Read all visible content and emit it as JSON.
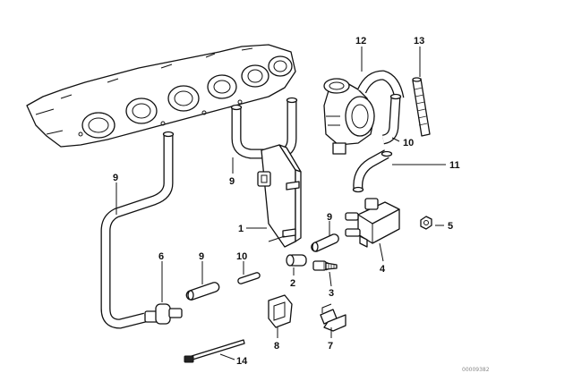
{
  "callouts": {
    "c1": "1",
    "c2": "2",
    "c3": "3",
    "c4": "4",
    "c5": "5",
    "c6": "6",
    "c7": "7",
    "c8": "8",
    "c9a": "9",
    "c9b": "9",
    "c9c": "9",
    "c9d": "9",
    "c10a": "10",
    "c10b": "10",
    "c11": "11",
    "c12": "12",
    "c13": "13",
    "c14": "14"
  },
  "reference_number": "00009382"
}
